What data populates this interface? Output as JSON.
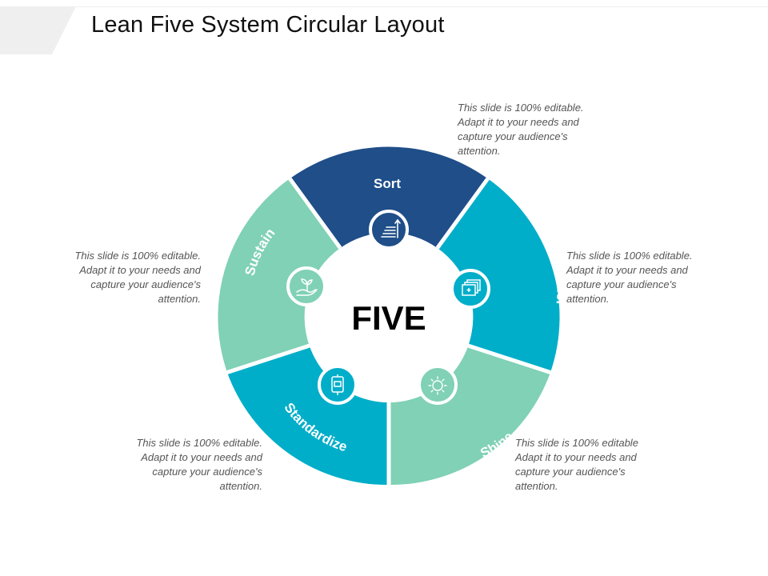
{
  "title": "Lean Five System Circular Layout",
  "center_label": "FIVE",
  "segments": [
    {
      "label": "Sort",
      "icon": "stairs-up-icon",
      "color": "#1f4e89"
    },
    {
      "label": "Set in Order",
      "icon": "folder-stack-icon",
      "color": "#00aec9"
    },
    {
      "label": "Shine",
      "icon": "sun-icon",
      "color": "#80d1b6"
    },
    {
      "label": "Standardize",
      "icon": "clipboard-icon",
      "color": "#00aec9"
    },
    {
      "label": "Sustain",
      "icon": "plant-hand-icon",
      "color": "#80d1b6"
    }
  ],
  "notes": {
    "sort": "This slide is 100% editable. Adapt it to your needs and capture your audience's attention.",
    "set_in_order": "This slide is 100% editable. Adapt it to your needs and capture your audience's attention.",
    "shine": "This slide is 100% editable Adapt it to your needs and capture your audience's attention.",
    "standardize": "This slide is 100% editable. Adapt it to your needs and capture your audience's attention.",
    "sustain": "This slide is 100% editable. Adapt it to your needs and capture your audience's attention."
  },
  "colors": {
    "dark_blue": "#1f4e89",
    "cyan": "#00aec9",
    "mint": "#80d1b6",
    "title_tab": "#efefef"
  }
}
